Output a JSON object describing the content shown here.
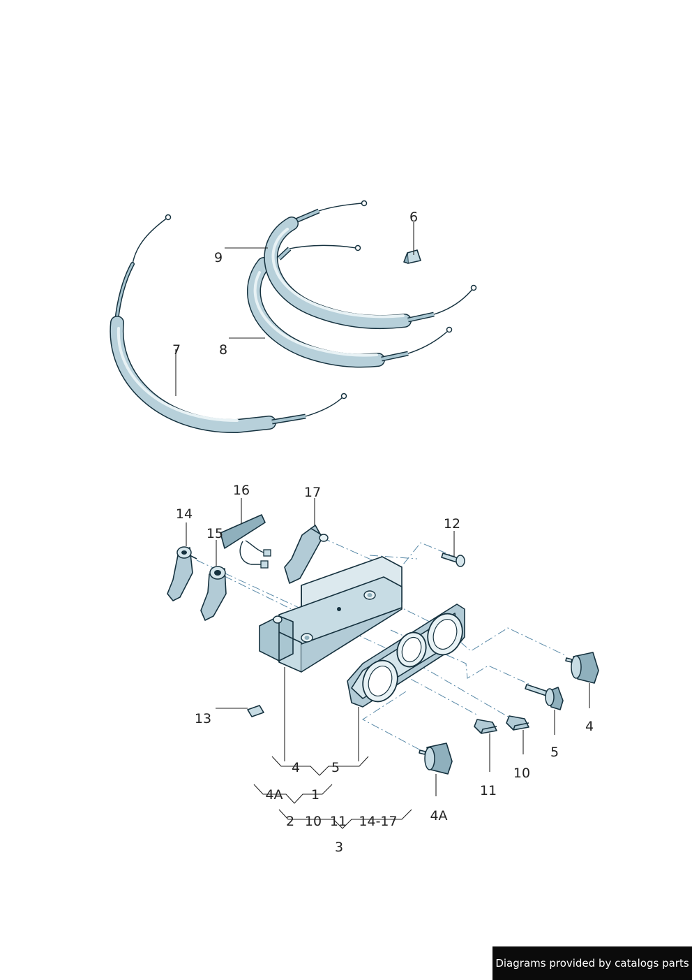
{
  "callouts": {
    "c1": "1",
    "c2": "2",
    "c3": "3",
    "c4a": "4",
    "c4b": "4",
    "c4A_a": "4A",
    "c4A_b": "4A",
    "c5a": "5",
    "c5b": "5",
    "c6": "6",
    "c7": "7",
    "c8": "8",
    "c9": "9",
    "c10a": "10",
    "c10b": "10",
    "c11a": "11",
    "c11b": "11",
    "c12": "12",
    "c13": "13",
    "c14": "14",
    "c15": "15",
    "c16": "16",
    "c17": "17",
    "c14_17": "14-17"
  },
  "footer": {
    "credit": "Diagrams provided by catalogs parts"
  },
  "colors": {
    "part_fill": "#c7dce4",
    "part_dark": "#8fb0bd",
    "outline": "#16323f"
  }
}
